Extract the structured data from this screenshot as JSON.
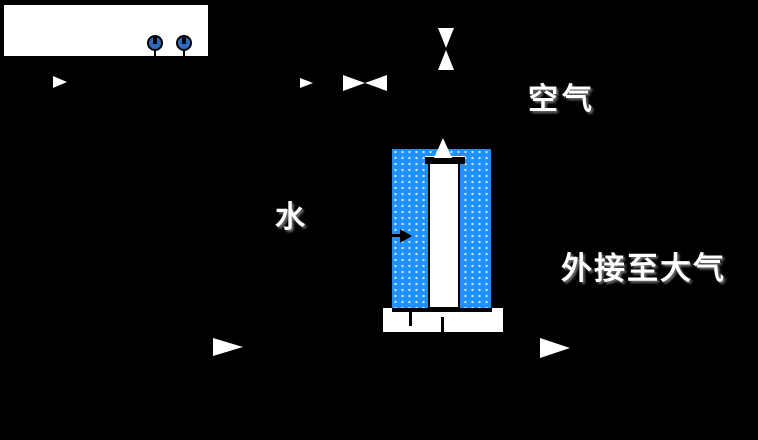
{
  "labels": {
    "air": "空气",
    "water": "水",
    "vent": "外接至大气"
  },
  "colors": {
    "background": "#000000",
    "foreground": "#ffffff",
    "water_fill": "#1e90ff",
    "water_dot": "#cfe8ff",
    "knob_fill": "#2e6bc0",
    "outline": "#000000",
    "shadow": "#6e6e6e"
  },
  "components": [
    {
      "name": "instrument-box",
      "description": "white instrument/pump box with two blue knobs"
    },
    {
      "name": "gauge-knob",
      "count": 2
    },
    {
      "name": "flow-arrow-right",
      "count": 4
    },
    {
      "name": "valve-horizontal-bowtie",
      "count": 2
    },
    {
      "name": "valve-vertical-bowtie",
      "count": 2
    },
    {
      "name": "water-tank",
      "description": "blue dotted water bath"
    },
    {
      "name": "test-column",
      "description": "white tube with cap and cone tip standing in water"
    },
    {
      "name": "water-inlet-arrow",
      "description": "black arrow pointing into water bath"
    },
    {
      "name": "base-stand",
      "description": "white support base with slots"
    }
  ]
}
